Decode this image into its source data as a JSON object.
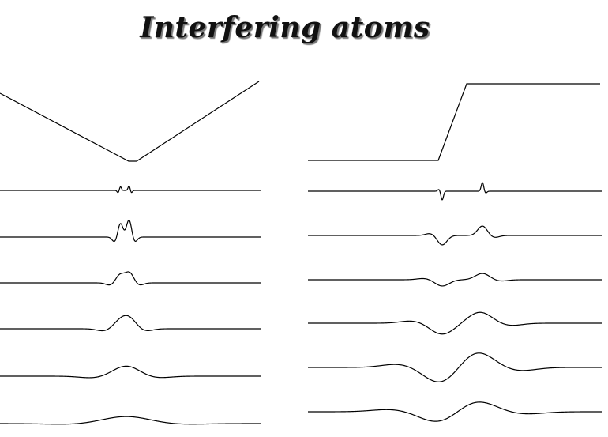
{
  "title": "Interfering atoms",
  "colors": {
    "background": "#ffffff",
    "line": "#000000"
  },
  "columns": [
    {
      "name": "left",
      "envelope": "v-shape",
      "wave_count": 6
    },
    {
      "name": "right",
      "envelope": "step-ramp",
      "wave_count": 6
    }
  ]
}
